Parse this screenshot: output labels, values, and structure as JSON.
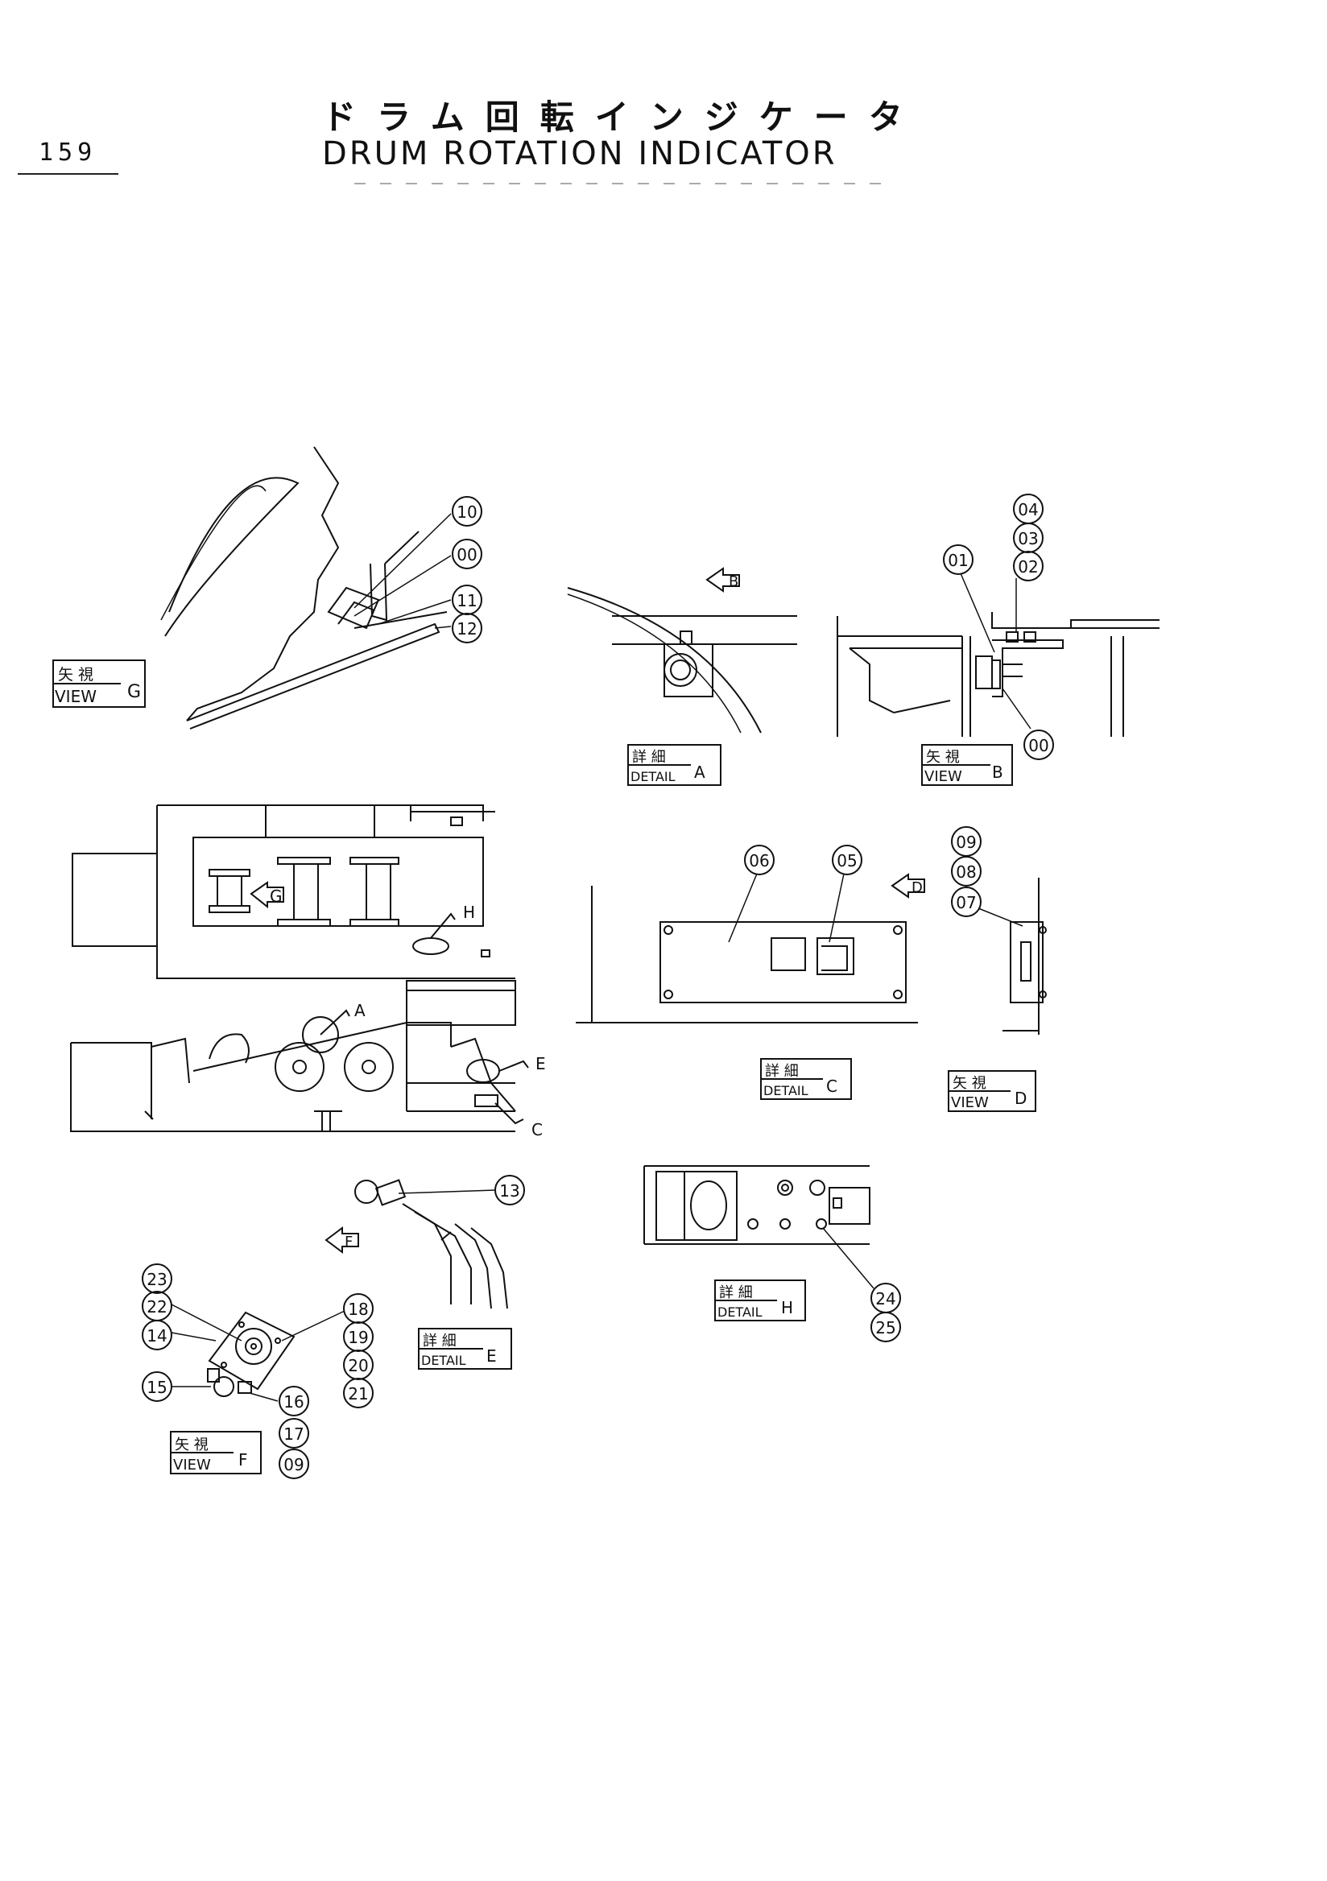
{
  "header": {
    "page_number": "159",
    "title_jp": "ドラム回転インジケータ",
    "title_en": "DRUM ROTATION INDICATOR"
  },
  "views": {
    "view_g": {
      "jp": "矢 視",
      "en": "VIEW",
      "letter": "G"
    },
    "detail_a": {
      "jp": "詳 細",
      "en": "DETAIL",
      "letter": "A"
    },
    "view_b": {
      "jp": "矢 視",
      "en": "VIEW",
      "letter": "B"
    },
    "detail_c": {
      "jp": "詳 細",
      "en": "DETAIL",
      "letter": "C"
    },
    "view_d": {
      "jp": "矢 視",
      "en": "VIEW",
      "letter": "D"
    },
    "detail_e": {
      "jp": "詳 細",
      "en": "DETAIL",
      "letter": "E"
    },
    "view_f": {
      "jp": "矢 視",
      "en": "VIEW",
      "letter": "F"
    },
    "detail_h": {
      "jp": "詳 細",
      "en": "DETAIL",
      "letter": "H"
    }
  },
  "arrows": {
    "b": "B",
    "d": "D",
    "f": "F",
    "g": "G"
  },
  "pointers": {
    "a": "A",
    "c": "C",
    "e": "E",
    "h": "H"
  },
  "callouts": {
    "g_10": "10",
    "g_00": "00",
    "g_11": "11",
    "g_12": "12",
    "b_04": "04",
    "b_03": "03",
    "b_02": "02",
    "b_01": "01",
    "b_00": "00",
    "c_06": "06",
    "c_05": "05",
    "d_09": "09",
    "d_08": "08",
    "d_07": "07",
    "e_13": "13",
    "f_23": "23",
    "f_22": "22",
    "f_14": "14",
    "f_15": "15",
    "f_18": "18",
    "f_19": "19",
    "f_20": "20",
    "f_21": "21",
    "f_16": "16",
    "f_17": "17",
    "f_09": "09",
    "h_24": "24",
    "h_25": "25"
  }
}
